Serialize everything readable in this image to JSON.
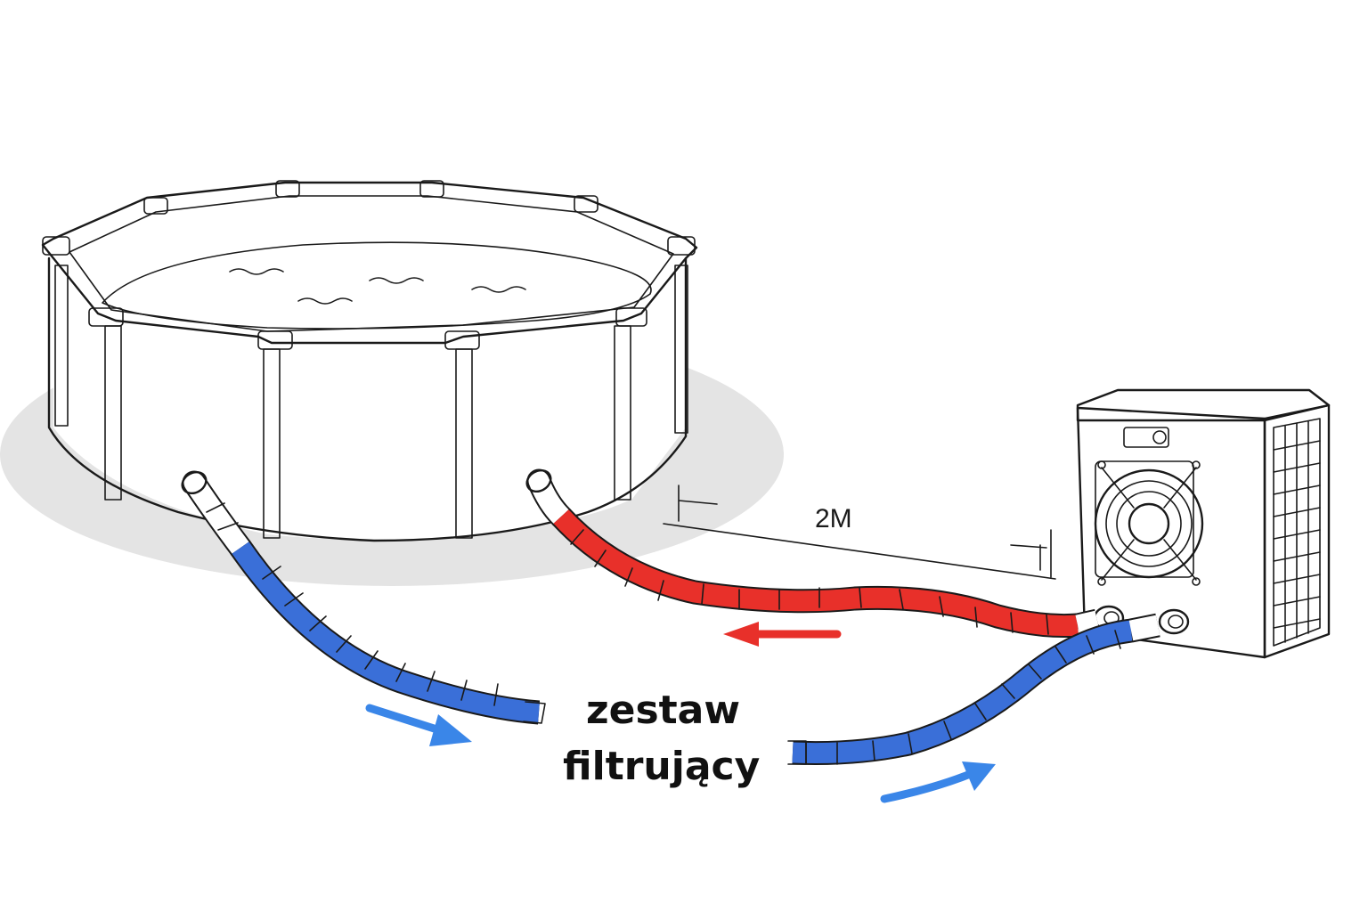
{
  "diagram": {
    "distance_label": "2M",
    "filter_label_line1": "zestaw",
    "filter_label_line2": "filtrujący"
  },
  "colors": {
    "cold_hose": "#3a6fd8",
    "warm_hose": "#e8302a",
    "flow_arrow_blue": "#3a86e8",
    "flow_arrow_red": "#e8302a",
    "ground_shadow": "#e2e2e2"
  },
  "icons": [
    "pool-icon",
    "heat-pump-icon",
    "fan-icon"
  ]
}
